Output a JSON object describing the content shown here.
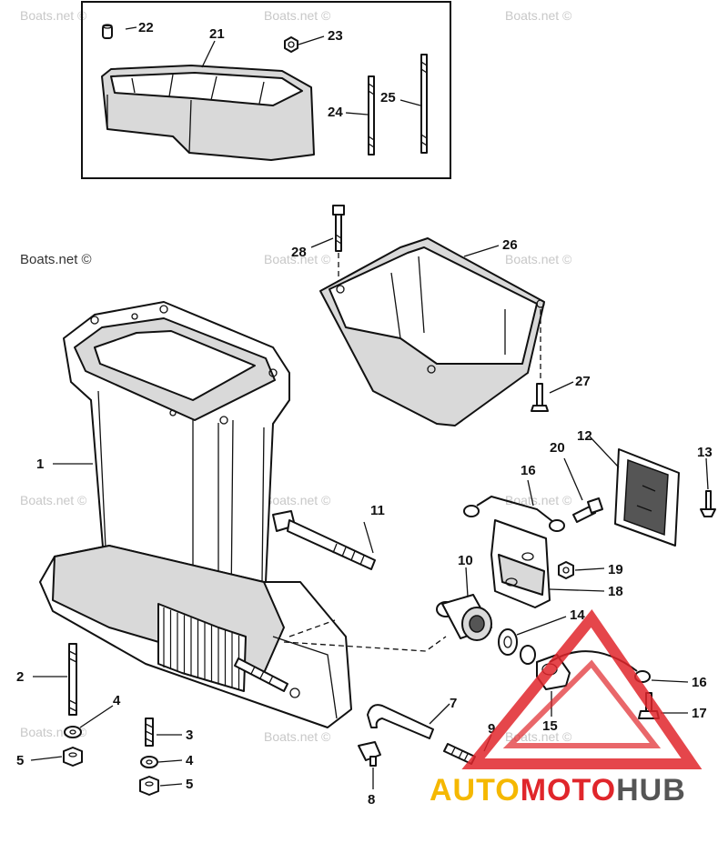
{
  "watermark_text": "Boats.net ©",
  "labels": {
    "p1": "1",
    "p2": "2",
    "p3": "3",
    "p4a": "4",
    "p4b": "4",
    "p5a": "5",
    "p5b": "5",
    "p7": "7",
    "p8": "8",
    "p9": "9",
    "p10": "10",
    "p11": "11",
    "p12": "12",
    "p13": "13",
    "p14": "14",
    "p15": "15",
    "p16a": "16",
    "p16b": "16",
    "p17": "17",
    "p18": "18",
    "p19": "19",
    "p20": "20",
    "p21": "21",
    "p22": "22",
    "p23": "23",
    "p24": "24",
    "p25": "25",
    "p26": "26",
    "p27": "27",
    "p28": "28"
  },
  "logo": {
    "text_auto": "AUTO",
    "text_moto": "MOTO",
    "text_hub": "HUB",
    "color_red": "#e0262b",
    "color_yellow": "#f5b800",
    "color_grey": "#555555"
  }
}
